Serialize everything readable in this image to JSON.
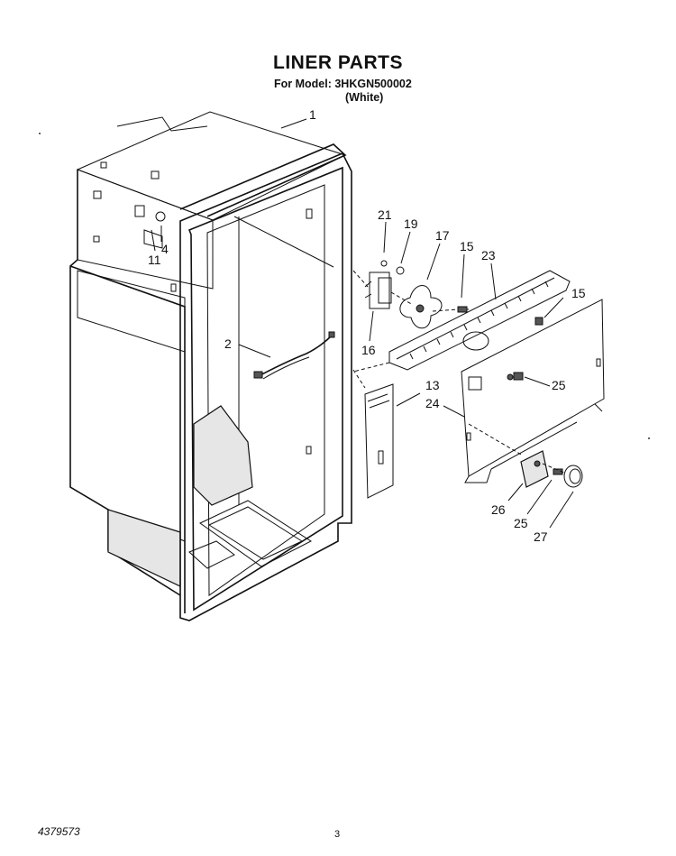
{
  "header": {
    "title": "LINER PARTS",
    "model_line": "For Model: 3HKGN500002",
    "color_line": "(White)"
  },
  "callouts": {
    "c1": "1",
    "c2": "2",
    "c4": "4",
    "c11": "11",
    "c13": "13",
    "c15a": "15",
    "c15b": "15",
    "c16": "16",
    "c17": "17",
    "c19": "19",
    "c21": "21",
    "c23": "23",
    "c24": "24",
    "c25a": "25",
    "c25b": "25",
    "c26": "26",
    "c27": "27"
  },
  "footer": {
    "doc_number": "4379573",
    "page_number": "3"
  }
}
